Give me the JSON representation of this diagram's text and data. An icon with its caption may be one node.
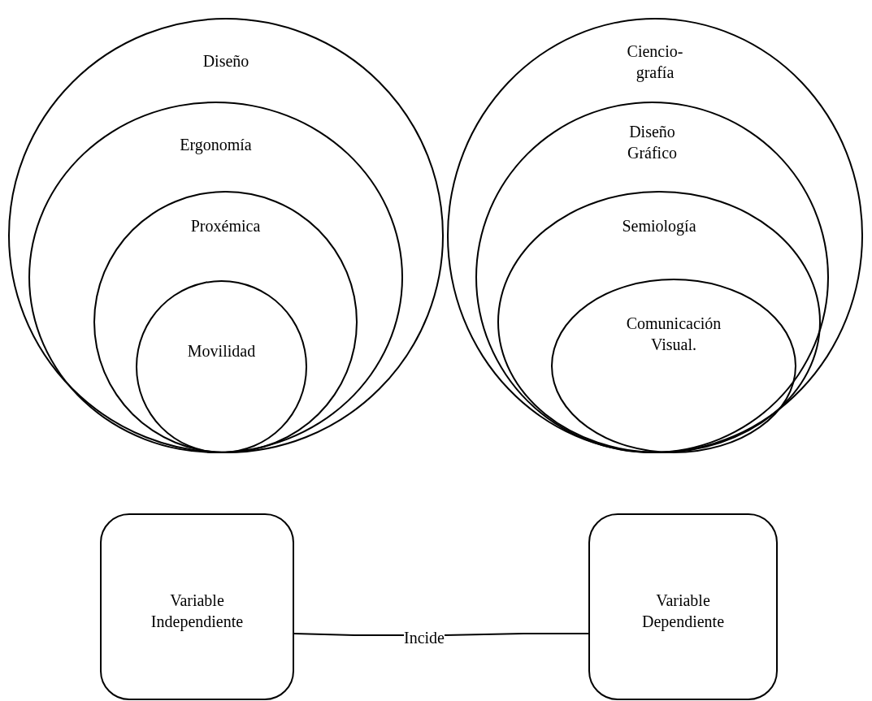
{
  "diagram": {
    "nodes": [
      {
        "text": [
          "Diseño"
        ]
      },
      {
        "text": [
          "Ergonomía"
        ],
        "in": 0
      },
      {
        "text": [
          "Proxémica"
        ],
        "in": 1
      },
      {
        "text": [
          "Movilidad"
        ],
        "in": 2
      },
      {
        "text": [
          "Ciencio-grafía"
        ]
      },
      {
        "text": [
          "Diseño Gráfico"
        ],
        "in": 4
      },
      {
        "text": [
          "Semiología"
        ],
        "in": 5
      },
      {
        "text": [
          "Comunicación Visual."
        ],
        "in": 6
      },
      {
        "text": [
          "Variable Independiente"
        ]
      },
      {
        "text": [
          "Incide"
        ]
      },
      {
        "text": [
          "Variable Dependiente"
        ]
      }
    ],
    "edges": [
      {
        "from": 8,
        "to": 9,
        "arrow": "none"
      },
      {
        "from": 9,
        "to": 10,
        "arrow": "none"
      }
    ]
  }
}
